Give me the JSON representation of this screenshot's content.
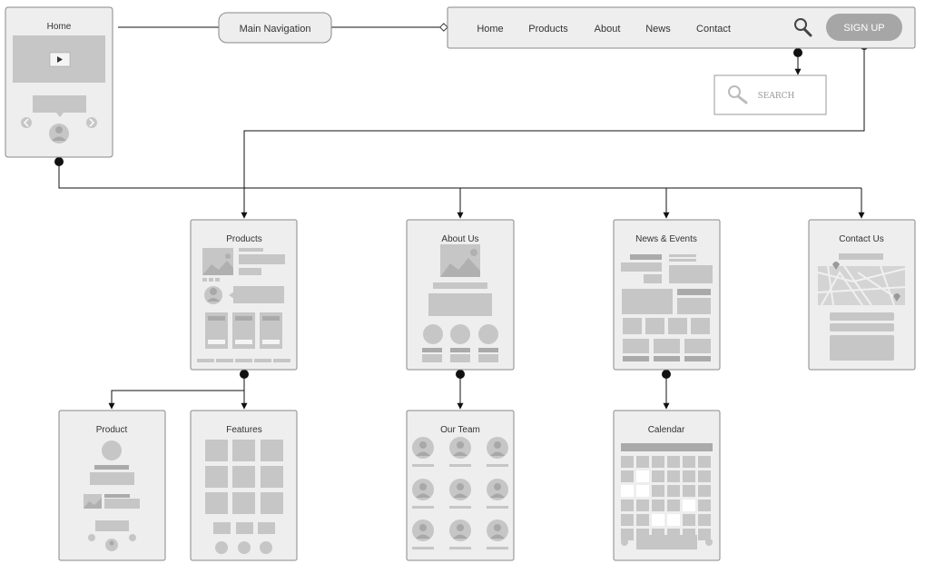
{
  "colors": {
    "card_fill": "#eeeeee",
    "card_border": "#888888",
    "placeholder": "#c6c6c6",
    "connector": "#111111",
    "signup_button": "#a6a6a6"
  },
  "home_page": {
    "title": "Home"
  },
  "main_navigation": {
    "label": "Main Navigation"
  },
  "nav_bar": {
    "items": [
      "Home",
      "Products",
      "About",
      "News",
      "Contact"
    ],
    "search_icon": "search-icon",
    "signup_label": "SIGN UP"
  },
  "search_box": {
    "placeholder": "SEARCH",
    "icon": "search-icon"
  },
  "pages": {
    "products": "Products",
    "about_us": "About Us",
    "news_events": "News & Events",
    "contact_us": "Contact Us",
    "product": "Product",
    "features": "Features",
    "our_team": "Our Team",
    "calendar": "Calendar"
  }
}
